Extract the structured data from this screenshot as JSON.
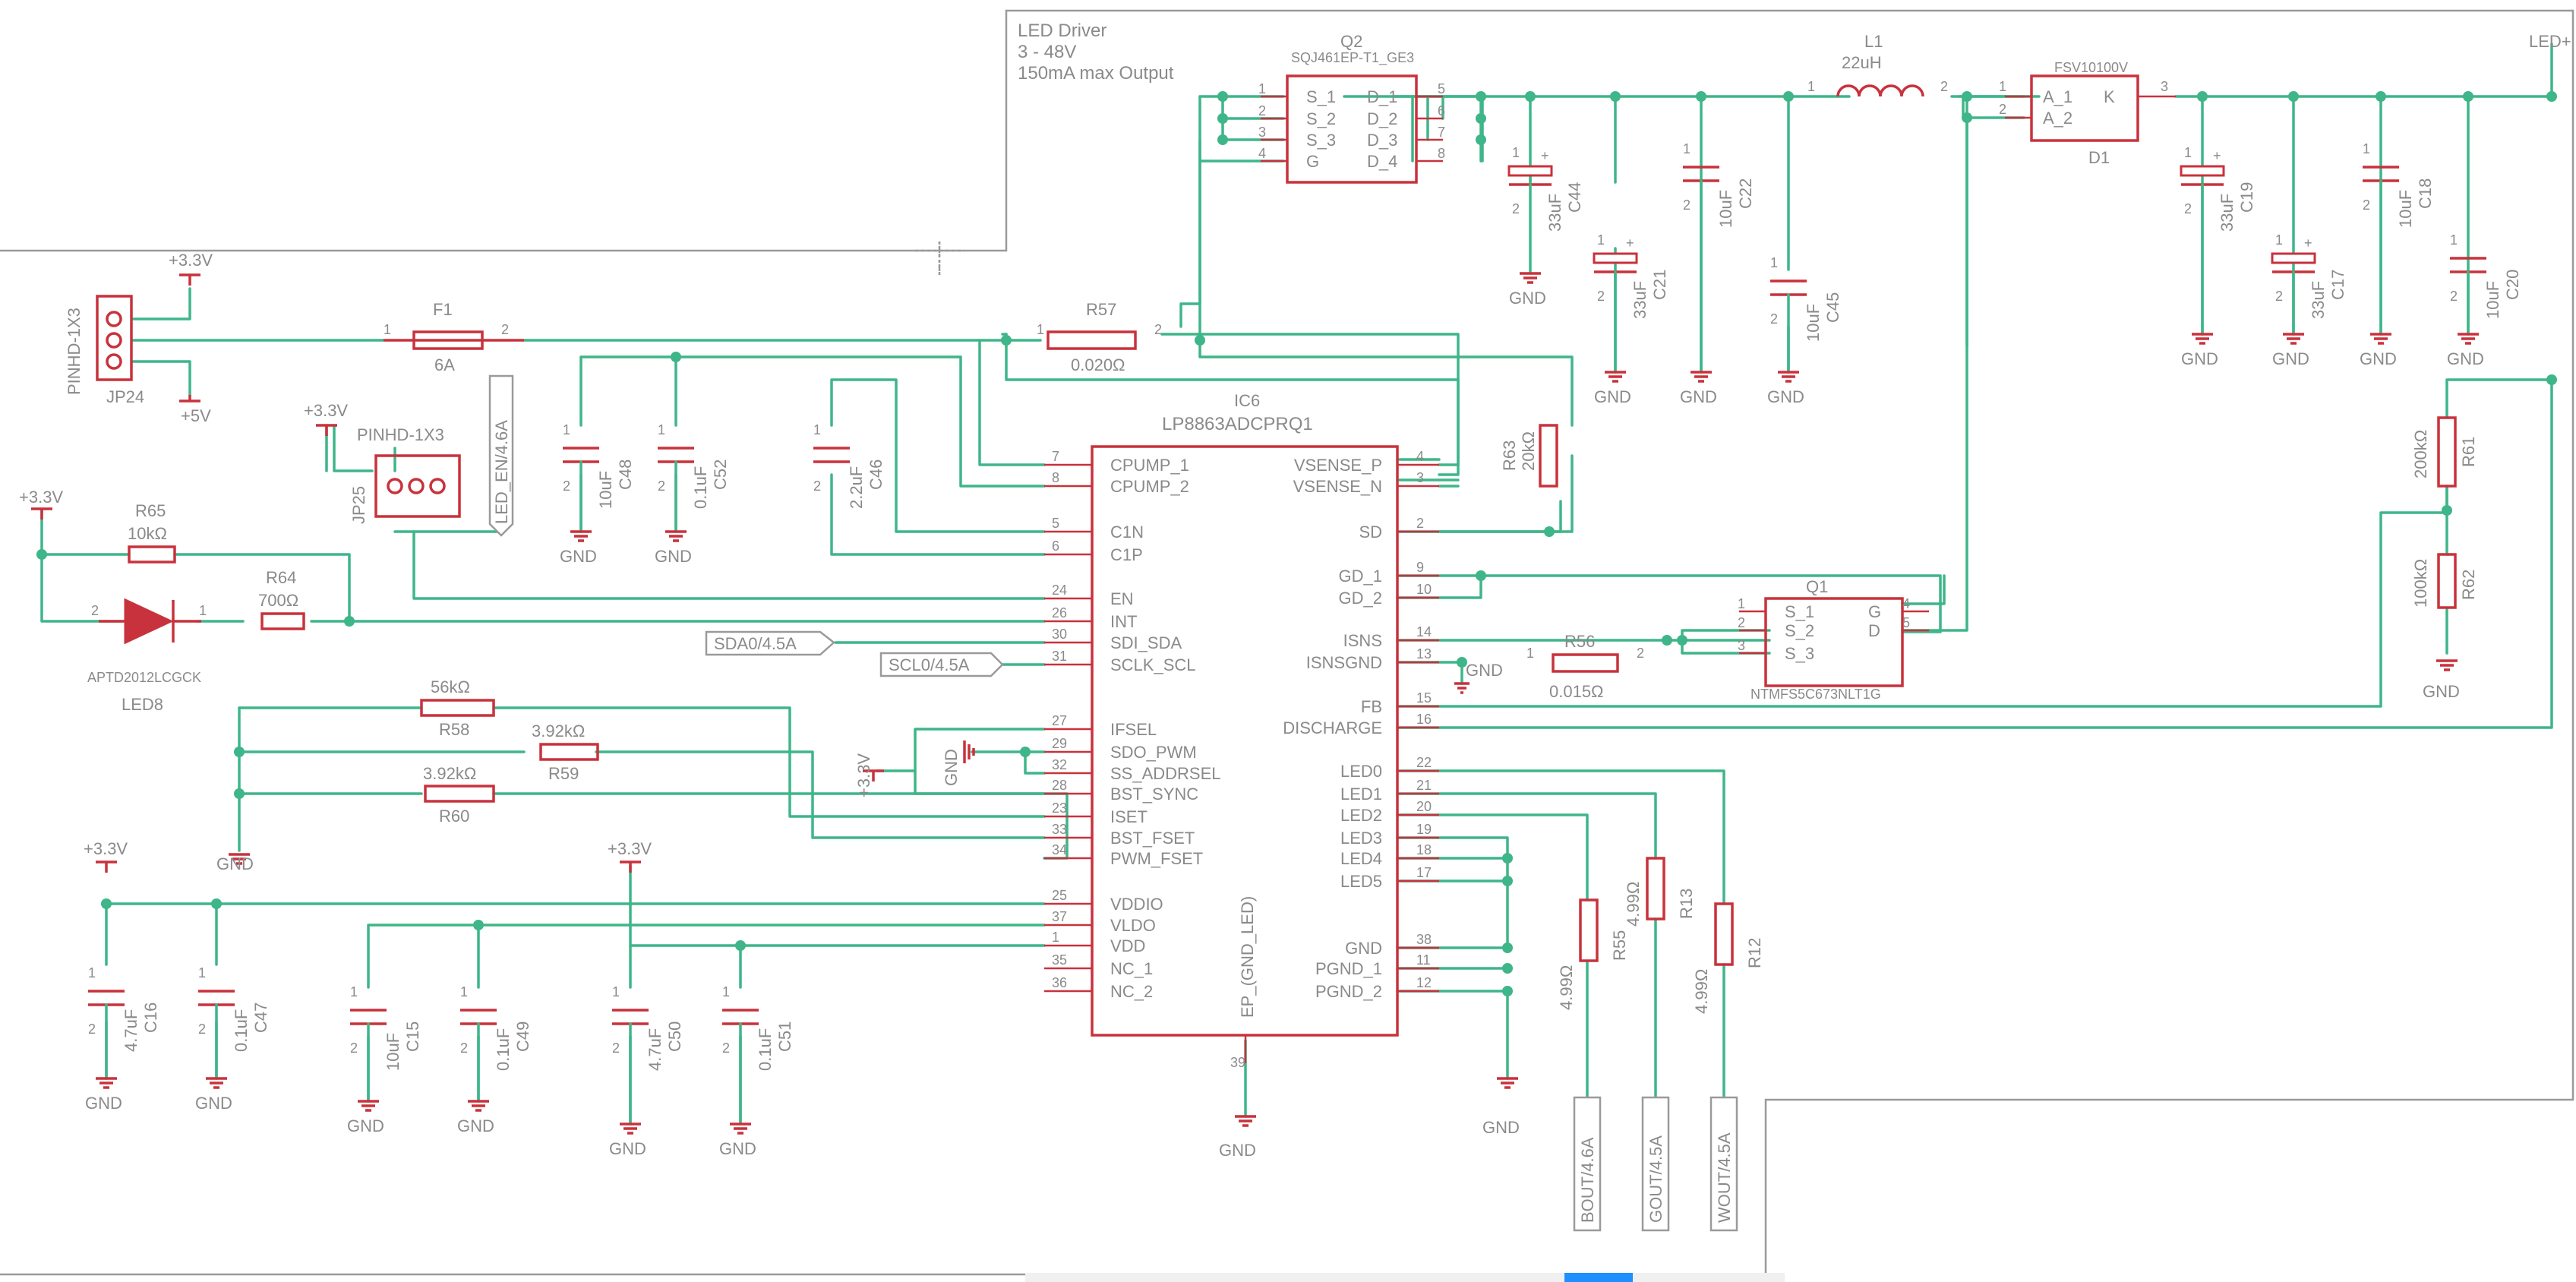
{
  "colors": {
    "wire": "#3fb58a",
    "symbol": "#c8323c",
    "text": "#8a8a8a",
    "frame": "#9a9a9a",
    "scrollbar": "#1e90ff"
  },
  "title_block": {
    "line1": "LED Driver",
    "line2": "3 - 48V",
    "line3": "150mA max Output"
  },
  "ic": {
    "name": "IC6",
    "value": "LP8863ADCPRQ1",
    "ep_label": "EP_(GND_LED)",
    "ep_pin": "39"
  },
  "ic_left_pins": [
    {
      "num": "7",
      "name": "CPUMP_1"
    },
    {
      "num": "8",
      "name": "CPUMP_2"
    },
    {
      "num": "5",
      "name": "C1N"
    },
    {
      "num": "6",
      "name": "C1P"
    },
    {
      "num": "24",
      "name": "EN"
    },
    {
      "num": "26",
      "name": "INT"
    },
    {
      "num": "30",
      "name": "SDI_SDA"
    },
    {
      "num": "31",
      "name": "SCLK_SCL"
    },
    {
      "num": "27",
      "name": "IFSEL"
    },
    {
      "num": "29",
      "name": "SDO_PWM"
    },
    {
      "num": "32",
      "name": "SS_ADDRSEL"
    },
    {
      "num": "28",
      "name": "BST_SYNC"
    },
    {
      "num": "23",
      "name": "ISET"
    },
    {
      "num": "33",
      "name": "BST_FSET"
    },
    {
      "num": "34",
      "name": "PWM_FSET"
    },
    {
      "num": "25",
      "name": "VDDIO"
    },
    {
      "num": "37",
      "name": "VLDO"
    },
    {
      "num": "1",
      "name": "VDD"
    },
    {
      "num": "35",
      "name": "NC_1"
    },
    {
      "num": "36",
      "name": "NC_2"
    }
  ],
  "ic_right_pins": [
    {
      "num": "4",
      "name": "VSENSE_P"
    },
    {
      "num": "3",
      "name": "VSENSE_N"
    },
    {
      "num": "2",
      "name": "SD"
    },
    {
      "num": "9",
      "name": "GD_1"
    },
    {
      "num": "10",
      "name": "GD_2"
    },
    {
      "num": "14",
      "name": "ISNS"
    },
    {
      "num": "13",
      "name": "ISNSGND"
    },
    {
      "num": "15",
      "name": "FB"
    },
    {
      "num": "16",
      "name": "DISCHARGE"
    },
    {
      "num": "22",
      "name": "LED0"
    },
    {
      "num": "21",
      "name": "LED1"
    },
    {
      "num": "20",
      "name": "LED2"
    },
    {
      "num": "19",
      "name": "LED3"
    },
    {
      "num": "18",
      "name": "LED4"
    },
    {
      "num": "17",
      "name": "LED5"
    },
    {
      "num": "38",
      "name": "GND"
    },
    {
      "num": "11",
      "name": "PGND_1"
    },
    {
      "num": "12",
      "name": "PGND_2"
    }
  ],
  "q2": {
    "name": "Q2",
    "value": "SQJ461EP-T1_GE3",
    "left": [
      {
        "num": "1",
        "name": "S_1"
      },
      {
        "num": "2",
        "name": "S_2"
      },
      {
        "num": "3",
        "name": "S_3"
      },
      {
        "num": "4",
        "name": "G"
      }
    ],
    "right": [
      {
        "num": "5",
        "name": "D_1"
      },
      {
        "num": "6",
        "name": "D_2"
      },
      {
        "num": "7",
        "name": "D_3"
      },
      {
        "num": "8",
        "name": "D_4"
      }
    ]
  },
  "q1": {
    "name": "Q1",
    "value": "NTMFS5C673NLT1G",
    "left": [
      {
        "num": "1",
        "name": "S_1"
      },
      {
        "num": "2",
        "name": "S_2"
      },
      {
        "num": "3",
        "name": "S_3"
      }
    ],
    "right": [
      {
        "num": "4",
        "name": "G"
      },
      {
        "num": "5",
        "name": "D"
      }
    ]
  },
  "d1": {
    "name": "D1",
    "value": "FSV10100V",
    "a1": "A_1",
    "a2": "A_2",
    "k": "K",
    "p1": "1",
    "p2": "2",
    "p3": "3"
  },
  "l1": {
    "name": "L1",
    "value": "22uH"
  },
  "f1": {
    "name": "F1",
    "value": "6A"
  },
  "r57": {
    "name": "R57",
    "value": "0.020Ω"
  },
  "r56": {
    "name": "R56",
    "value": "0.015Ω"
  },
  "r63": {
    "name": "R63",
    "value": "20kΩ"
  },
  "r61": {
    "name": "R61",
    "value": "200kΩ"
  },
  "r62": {
    "name": "R62",
    "value": "100kΩ"
  },
  "r65": {
    "name": "R65",
    "value": "10kΩ"
  },
  "r64": {
    "name": "R64",
    "value": "700Ω"
  },
  "r58": {
    "name": "R58",
    "value": "56kΩ"
  },
  "r59": {
    "name": "R59",
    "value": "3.92kΩ"
  },
  "r60": {
    "name": "R60",
    "value": "3.92kΩ"
  },
  "r55": {
    "name": "R55",
    "value": "4.99Ω"
  },
  "r13": {
    "name": "R13",
    "value": "4.99Ω"
  },
  "r12": {
    "name": "R12",
    "value": "4.99Ω"
  },
  "led8": {
    "name": "LED8",
    "value": "APTD2012LCGCK"
  },
  "jp24": {
    "name": "JP24",
    "value": "PINHD-1X3"
  },
  "jp25": {
    "name": "JP25",
    "value": "PINHD-1X3"
  },
  "caps": {
    "c44": {
      "name": "C44",
      "value": "33uF"
    },
    "c21": {
      "name": "C21",
      "value": "33uF"
    },
    "c22": {
      "name": "C22",
      "value": "10uF"
    },
    "c45": {
      "name": "C45",
      "value": "10uF"
    },
    "c19": {
      "name": "C19",
      "value": "33uF"
    },
    "c17": {
      "name": "C17",
      "value": "33uF"
    },
    "c18": {
      "name": "C18",
      "value": "10uF"
    },
    "c20": {
      "name": "C20",
      "value": "10uF"
    },
    "c46": {
      "name": "C46",
      "value": "2.2uF"
    },
    "c48": {
      "name": "C48",
      "value": "10uF"
    },
    "c52": {
      "name": "C52",
      "value": "0.1uF"
    },
    "c16": {
      "name": "C16",
      "value": "4.7uF"
    },
    "c47": {
      "name": "C47",
      "value": "0.1uF"
    },
    "c15": {
      "name": "C15",
      "value": "10uF"
    },
    "c49": {
      "name": "C49",
      "value": "0.1uF"
    },
    "c50": {
      "name": "C50",
      "value": "4.7uF"
    },
    "c51": {
      "name": "C51",
      "value": "0.1uF"
    }
  },
  "supplies": {
    "v33": "+3.3V",
    "v5": "+5V",
    "gnd": "GND",
    "led_plus": "LED+"
  },
  "net_labels": {
    "sda": "SDA0/4.5A",
    "scl": "SCL0/4.5A",
    "led_en": "LED_EN/4.6A",
    "bout": "BOUT/4.6A",
    "gout": "GOUT/4.5A",
    "wout": "WOUT/4.5A"
  },
  "pin_numbers": {
    "one": "1",
    "two": "2",
    "three": "3"
  }
}
